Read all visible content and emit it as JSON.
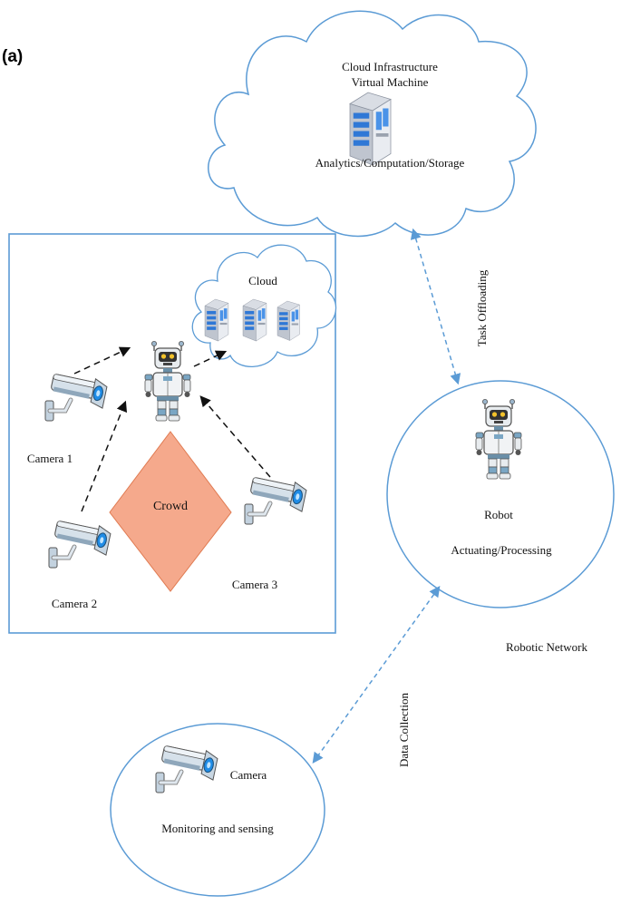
{
  "figure_label": "(a)",
  "cloud_infra": {
    "title": "Cloud Infrastructure",
    "subtitle": "Virtual Machine",
    "caption": "Analytics/Computation/Storage"
  },
  "inset": {
    "cloud_label": "Cloud",
    "crowd_label": "Crowd",
    "camera1_label": "Camera 1",
    "camera2_label": "Camera 2",
    "camera3_label": "Camera 3"
  },
  "robot_node": {
    "title": "Robot",
    "caption": "Actuating/Processing"
  },
  "camera_node": {
    "title": "Camera",
    "caption": "Monitoring and sensing"
  },
  "links": {
    "task_offloading": "Task Offloading",
    "data_collection": "Data Collection"
  },
  "network_label": "Robotic Network",
  "colors": {
    "outline": "#5b9bd5",
    "crowd_fill": "#f5a98c",
    "crowd_stroke": "#e07b52"
  }
}
